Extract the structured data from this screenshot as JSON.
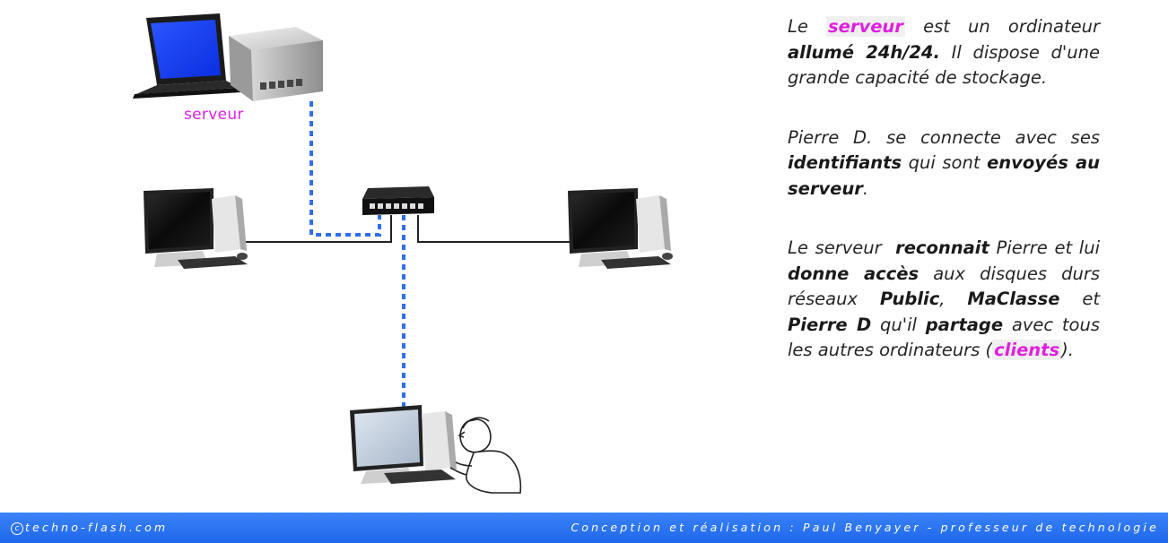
{
  "diagram": {
    "server_label": "serveur"
  },
  "text": {
    "p1": {
      "le": "Le",
      "serveur": "serveur",
      "est": "est un ordinateur",
      "allume": "allumé 24h/24.",
      "dispose": "Il dispose d'une grande capacité de stockage."
    },
    "p2": {
      "intro": "Pierre D. se connecte avec ses",
      "identifiants": "identifiants",
      "qui": "qui sont",
      "envoyes": "envoyés au serveur",
      "dot": "."
    },
    "p3": {
      "intro": "Le serveur",
      "reconnait": "reconnait",
      "pierre": "Pierre et lui",
      "donne": "donne accès",
      "aux": "aux disques durs réseaux",
      "public": "Public",
      "comma": ",",
      "maclasse": "MaClasse",
      "et": "et",
      "pierre_d": "Pierre D",
      "quil": "qu'il",
      "partage": "partage",
      "avec": "avec tous les autres ordinateurs (",
      "clients": "clients",
      "end": ")."
    }
  },
  "footer": {
    "copyright_symbol": "c",
    "site": "techno-flash.com",
    "credit": "Conception et réalisation : Paul Benyayer - professeur de technologie"
  },
  "colors": {
    "accent_magenta": "#e020e0",
    "network_link_blue": "#2f6ef0",
    "footer_blue": "#2b73f2"
  }
}
